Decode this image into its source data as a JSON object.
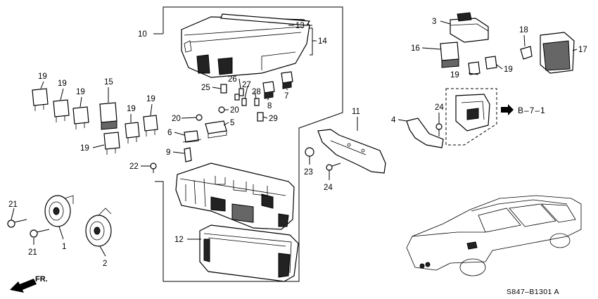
{
  "labels": {
    "l1": "1",
    "l2": "2",
    "l3": "3",
    "l4": "4",
    "l5": "5",
    "l6": "6",
    "l7": "7",
    "l8": "8",
    "l9": "9",
    "l10": "10",
    "l11": "11",
    "l12": "12",
    "l13": "13",
    "l14": "14",
    "l15": "15",
    "l16": "16",
    "l17": "17",
    "l18": "18",
    "l19": "19",
    "l20": "20",
    "l21": "21",
    "l22": "22",
    "l23": "23",
    "l24": "24",
    "l25": "25",
    "l26": "26",
    "l27": "27",
    "l28": "28",
    "l29": "29"
  },
  "reference": "B–7–1",
  "direction_label": "FR.",
  "diagram_code": "S847–B1301 A"
}
